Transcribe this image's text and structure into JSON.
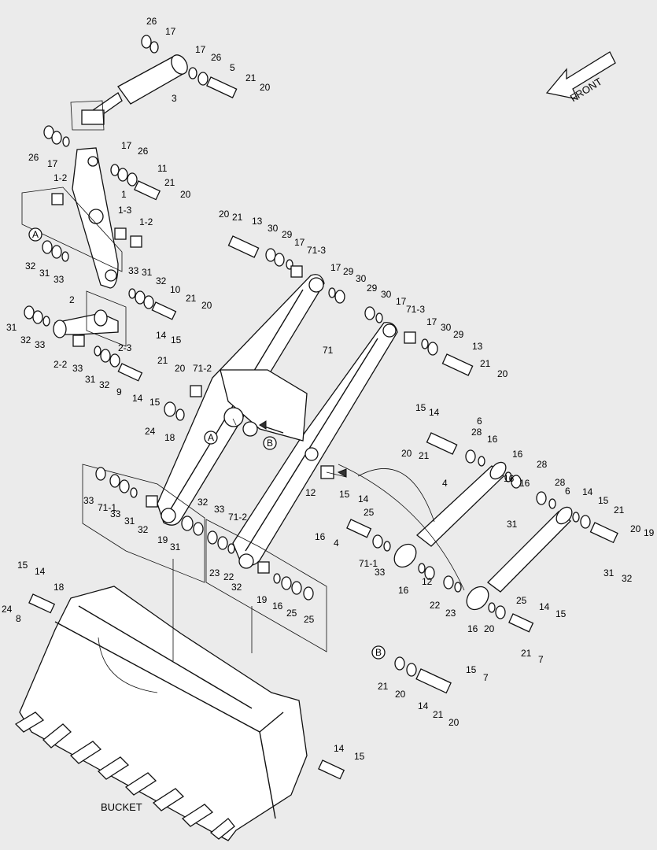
{
  "front_label": "FRONT",
  "bucket_label": "BUCKET",
  "callouts": [
    {
      "id": "cA1",
      "text": "A"
    },
    {
      "id": "cA2",
      "text": "A"
    },
    {
      "id": "cB1",
      "text": "B"
    },
    {
      "id": "cB2",
      "text": "B"
    }
  ],
  "labels": [
    "26",
    "17",
    "17",
    "26",
    "5",
    "21",
    "20",
    "3",
    "26",
    "17",
    "17",
    "26",
    "11",
    "21",
    "20",
    "1-2",
    "1",
    "1-3",
    "1-2",
    "32",
    "31",
    "33",
    "33",
    "31",
    "32",
    "10",
    "21",
    "20",
    "14",
    "15",
    "2",
    "31",
    "32",
    "33",
    "2-3",
    "2-2",
    "33",
    "31",
    "32",
    "21",
    "20",
    "9",
    "14",
    "15",
    "20",
    "21",
    "13",
    "30",
    "29",
    "17",
    "71-3",
    "17",
    "29",
    "30",
    "29",
    "30",
    "17",
    "71-3",
    "17",
    "30",
    "29",
    "13",
    "21",
    "20",
    "71",
    "71-2",
    "24",
    "18",
    "15",
    "14",
    "6",
    "20",
    "21",
    "28",
    "16",
    "16",
    "28",
    "4",
    "16",
    "16",
    "28",
    "6",
    "14",
    "15",
    "21",
    "20",
    "19",
    "31",
    "32",
    "33",
    "71-1",
    "33",
    "31",
    "32",
    "19",
    "31",
    "32",
    "33",
    "71-2",
    "23",
    "22",
    "12",
    "15",
    "14",
    "25",
    "16",
    "4",
    "71-1",
    "33",
    "31",
    "32",
    "19",
    "16",
    "25",
    "25",
    "16",
    "12",
    "22",
    "23",
    "16",
    "25",
    "14",
    "15",
    "20",
    "21",
    "7",
    "15",
    "14",
    "18",
    "24",
    "8",
    "21",
    "20",
    "14",
    "15",
    "7",
    "21",
    "20",
    "14",
    "15"
  ]
}
